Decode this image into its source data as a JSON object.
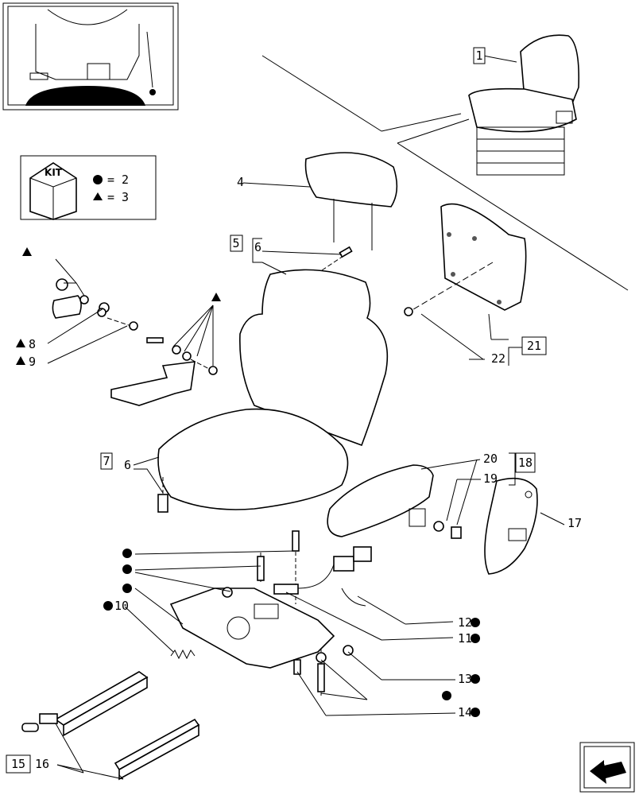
{
  "kit_legend": {
    "title": "KIT",
    "entries": [
      {
        "symbol": "circle",
        "text": "= 2"
      },
      {
        "symbol": "triangle",
        "text": "= 3"
      }
    ]
  },
  "callouts": {
    "c1": "1",
    "c4": "4",
    "c5": "5",
    "c6a": "6",
    "c7": "7",
    "c6b": "6",
    "c8": "8",
    "c9": "9",
    "c10": "10",
    "c11": "11",
    "c12": "12",
    "c13": "13",
    "c14": "14",
    "c15": "15",
    "c16": "16",
    "c17": "17",
    "c18": "18",
    "c19": "19",
    "c20": "20",
    "c21": "21",
    "c22": "22"
  },
  "icons": [
    "tractor-cab-thumbnail",
    "seat-assembly-thumbnail",
    "kit-cube-icon",
    "next-page-arrow-icon"
  ]
}
